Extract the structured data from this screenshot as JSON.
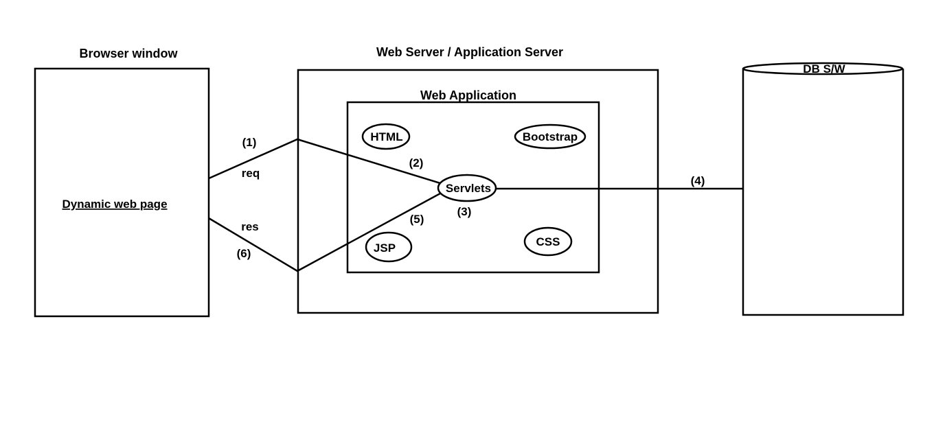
{
  "browser": {
    "title": "Browser window",
    "page_label": "Dynamic web page"
  },
  "server": {
    "title": "Web Server / Application Server",
    "app_title": "Web Application"
  },
  "database": {
    "label": "DB S/W"
  },
  "components": {
    "html": "HTML",
    "bootstrap": "Bootstrap",
    "servlets": "Servlets",
    "jsp": "JSP",
    "css": "CSS"
  },
  "flow": {
    "step1": "(1)",
    "req": "req",
    "step2": "(2)",
    "step3": "(3)",
    "step4": "(4)",
    "step5": "(5)",
    "res": "res",
    "step6": "(6)"
  }
}
